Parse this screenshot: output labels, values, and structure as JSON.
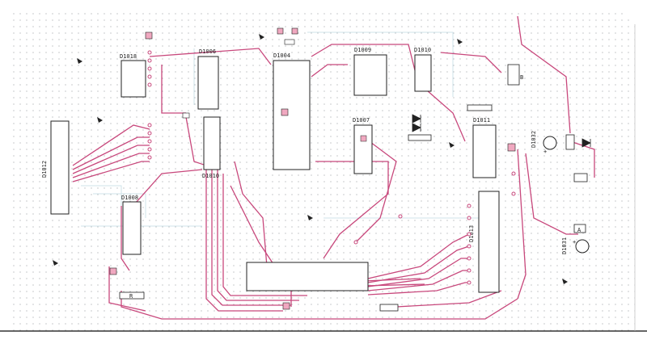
{
  "components": {
    "d1018": "D1018",
    "d1006": "D1006",
    "d1004": "D1004",
    "d1009": "D1009",
    "d1010": "D1010",
    "d1007": "D1007",
    "d1011": "D1011",
    "d1032": "D1032",
    "d1012": "D1012",
    "d1008": "D1008",
    "d1013": "D1013",
    "d1031": "D1031",
    "d1010b": "D1010"
  },
  "small_labels": {
    "plus_left": "+",
    "plus_right": "+",
    "conn_b": "B",
    "conn_a": "A",
    "arrow_mark": "R"
  },
  "colors": {
    "trace": "#c8487c",
    "grid_dot": "#9aa0a6",
    "ink": "#222222"
  }
}
